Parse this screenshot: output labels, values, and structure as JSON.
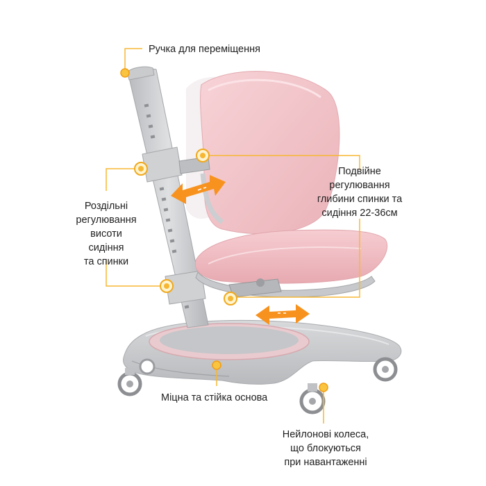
{
  "colors": {
    "accent": "#f39c12",
    "cushion": "#f3c4c9",
    "frame": "#c8cacc",
    "text": "#1e1e1e"
  },
  "callouts": {
    "handle": "Ручка для переміщення",
    "depth": [
      "Подвійне",
      "регулювання",
      "глибини спинки та",
      "сидіння 22-36см"
    ],
    "height": [
      "Роздільні",
      "регулювання",
      "висоти",
      "сидіння",
      "та спинки"
    ],
    "base": "Міцна та стійка основа",
    "wheels": [
      "Нейлонові колеса,",
      "що блокуються",
      "при навантаженні"
    ]
  },
  "icons": [
    "arrow-left-right-icon",
    "knob-icon",
    "wheel-icon"
  ]
}
